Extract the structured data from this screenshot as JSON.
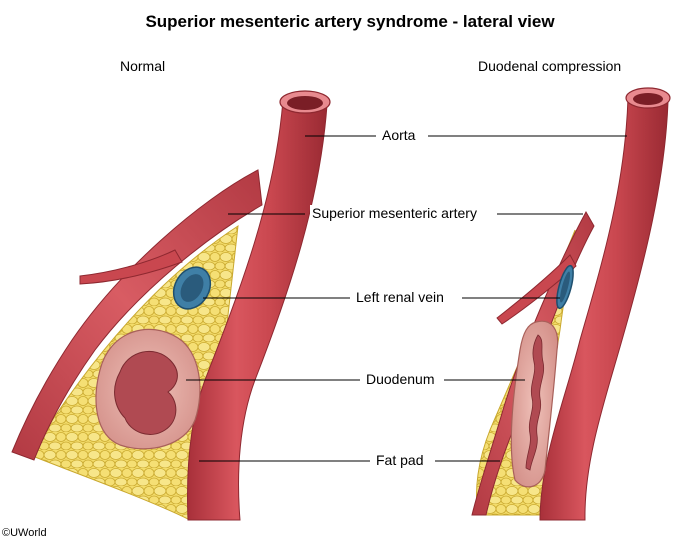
{
  "title": "Superior mesenteric artery syndrome - lateral view",
  "panels": {
    "normal": {
      "heading": "Normal"
    },
    "compressed": {
      "heading": "Duodenal compression"
    }
  },
  "labels": {
    "aorta": "Aorta",
    "sma": "Superior mesenteric artery",
    "left_renal_vein": "Left renal vein",
    "duodenum": "Duodenum",
    "fat_pad": "Fat pad"
  },
  "copyright": "©UWorld",
  "colors": {
    "artery": "#c9474f",
    "artery_dark": "#9e2d36",
    "artery_light": "#e07a80",
    "fat": "#f0d45a",
    "fat_dark": "#c9a82e",
    "vein": "#3f7fa6",
    "duodenum_wall": "#e3a8a0",
    "duodenum_lumen": "#b04a52"
  }
}
